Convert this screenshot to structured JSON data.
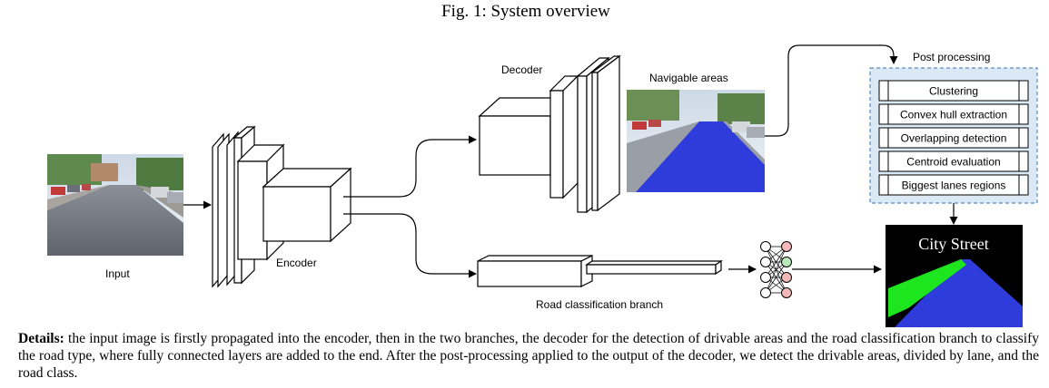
{
  "figure": {
    "title": "Fig. 1: System overview"
  },
  "blocks": {
    "input_label": "Input",
    "encoder_label": "Encoder",
    "decoder_label": "Decoder",
    "navigable_label": "Navigable areas",
    "road_branch_label": "Road classification branch",
    "post_processing_label": "Post processing",
    "output_overlay_text": "City Street"
  },
  "post_processing_steps": [
    "Clustering",
    "Convex hull extraction",
    "Overlapping detection",
    "Centroid evaluation",
    "Biggest lanes regions"
  ],
  "caption": {
    "lead": "Details:",
    "body": " the input image is firstly propagated into the encoder, then in the two branches, the decoder for the detection of drivable areas and the road classification branch to classify the road type, where fully connected layers are added to the end. After the post-processing applied to the output of the decoder, we detect the drivable areas, divided by lane, and the road class."
  },
  "colors": {
    "drivable_area": "#2f3cdc",
    "green_lane": "#1ee61e",
    "decoder_output_layer": "#b9d3f2",
    "post_processing_bg": "#dbe9f7",
    "nn_pink": "#f4b8b8",
    "nn_green": "#b8eab8"
  }
}
